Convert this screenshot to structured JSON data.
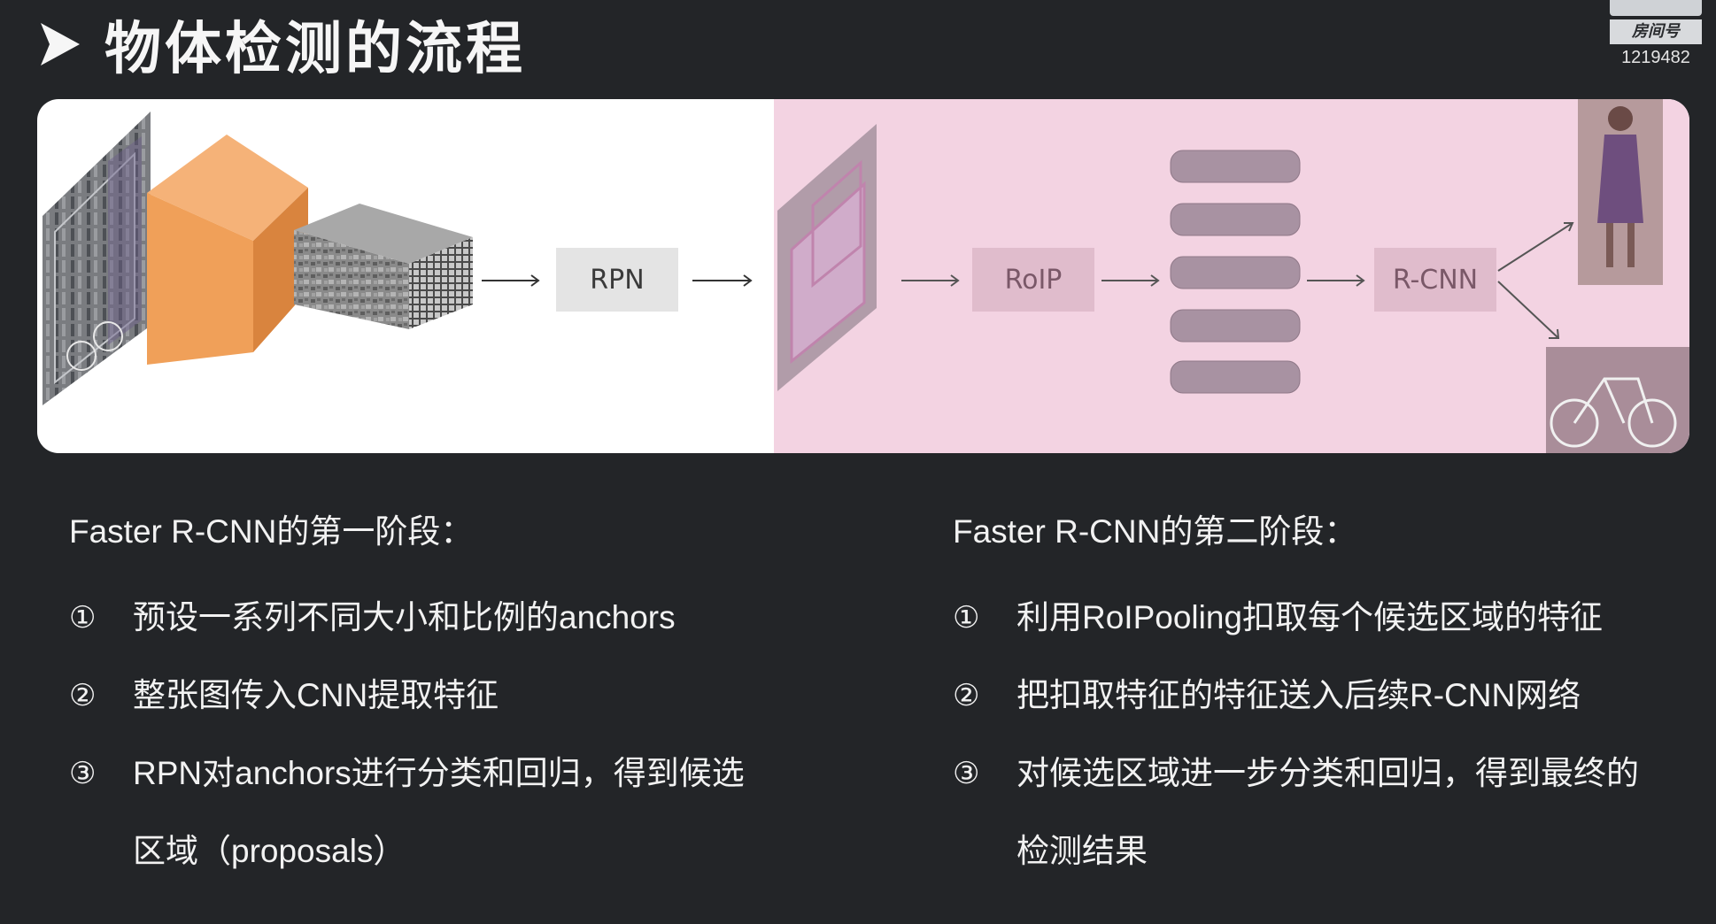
{
  "title": "物体检测的流程",
  "logo": {
    "badge": "房间号",
    "room_number": "1219482"
  },
  "diagram": {
    "labels": {
      "rpn": "RPN",
      "roip": "RoIP",
      "rcnn": "R-CNN"
    },
    "colors": {
      "stage2_bg": "#f3d3e2",
      "box": "#e4e4e4",
      "orange": "#f0a059"
    }
  },
  "left": {
    "title": "Faster R-CNN的第一阶段：",
    "items": [
      {
        "num": "①",
        "text": "预设一系列不同大小和比例的anchors"
      },
      {
        "num": "②",
        "text": "整张图传入CNN提取特征"
      },
      {
        "num": "③",
        "text": "RPN对anchors进行分类和回归，得到候选区域（proposals）"
      }
    ]
  },
  "right": {
    "title": "Faster R-CNN的第二阶段：",
    "items": [
      {
        "num": "①",
        "text": "利用RoIPooling扣取每个候选区域的特征"
      },
      {
        "num": "②",
        "text": "把扣取特征的特征送入后续R-CNN网络"
      },
      {
        "num": "③",
        "text": "对候选区域进一步分类和回归，得到最终的检测结果"
      }
    ]
  }
}
